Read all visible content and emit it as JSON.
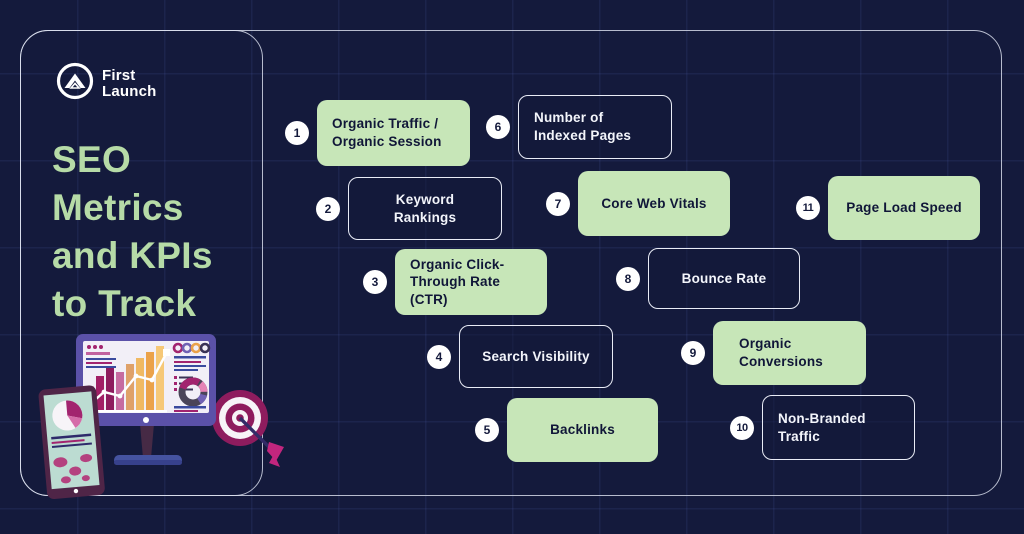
{
  "brand": {
    "line1": "First",
    "line2": "Launch"
  },
  "title": {
    "lines": [
      "SEO",
      "Metrics",
      "and KPIs",
      "to Track"
    ]
  },
  "items": [
    {
      "num": "1",
      "label": "Organic Traffic / Organic Session",
      "variant": "green"
    },
    {
      "num": "2",
      "label": "Keyword Rankings",
      "variant": "outline"
    },
    {
      "num": "3",
      "label": "Organic Click-Through Rate (CTR)",
      "variant": "green"
    },
    {
      "num": "4",
      "label": "Search Visibility",
      "variant": "outline"
    },
    {
      "num": "5",
      "label": "Backlinks",
      "variant": "green"
    },
    {
      "num": "6",
      "label": "Number of Indexed Pages",
      "variant": "outline"
    },
    {
      "num": "7",
      "label": "Core Web Vitals",
      "variant": "green"
    },
    {
      "num": "8",
      "label": "Bounce Rate",
      "variant": "outline"
    },
    {
      "num": "9",
      "label": "Organic Conversions",
      "variant": "green"
    },
    {
      "num": "10",
      "label": "Non-Branded Traffic",
      "variant": "outline"
    },
    {
      "num": "11",
      "label": "Page Load Speed",
      "variant": "green"
    }
  ],
  "colors": {
    "background": "#141a3c",
    "accent_green": "#c7e6b8",
    "title_green": "#b6dba7",
    "frame_border": "#e0e5f2",
    "magenta": "#a2246f",
    "orange": "#efa12e",
    "purple": "#5b51a8"
  }
}
